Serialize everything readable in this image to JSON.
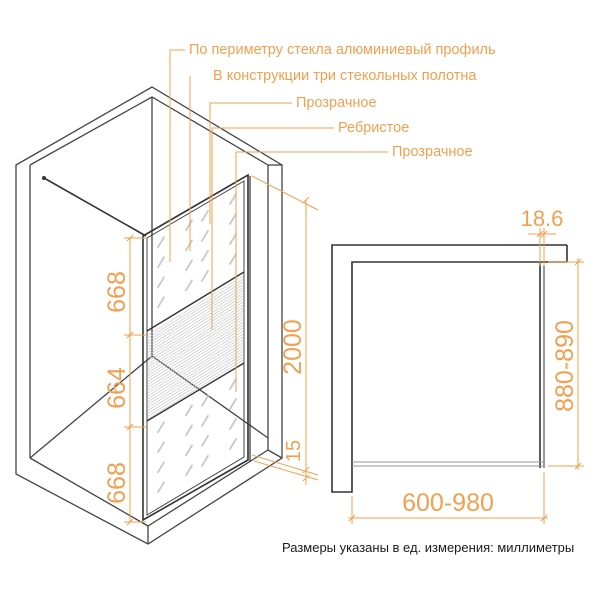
{
  "callouts": {
    "profile": "По периметру стекла алюминиевый профиль",
    "three_panels": "В конструкции три стекольных полотна",
    "transparent_top": "Прозрачное",
    "ribbed": "Ребристое",
    "transparent_bottom": "Прозрачное"
  },
  "dimensions": {
    "panel_top": "668",
    "panel_middle": "664",
    "panel_bottom": "668",
    "height": "2000",
    "bottom_gap": "15",
    "profile_width": "18.6",
    "depth": "880-890",
    "width": "600-980"
  },
  "footer": "Размеры указаны в ед. измерения: миллиметры",
  "colors": {
    "accent": "#f0a050",
    "line": "#333333",
    "pattern": "#c8c8c8"
  }
}
